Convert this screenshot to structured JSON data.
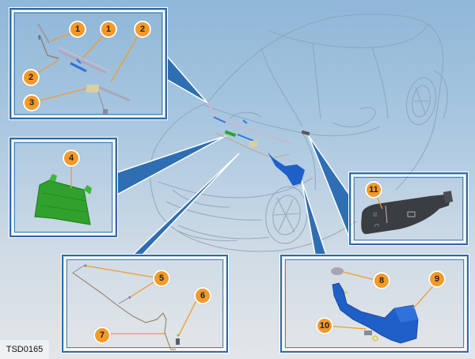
{
  "diagram": {
    "drawing_id": "TSD0165",
    "subject": "Windshield wiper and washer system component locations",
    "colors": {
      "callout": "#f39a2a",
      "frame": "#2f6aa6",
      "beam": "#2e6fb3",
      "washer_reservoir": "#1f5fc8",
      "control_module": "#2fa12c",
      "switch": "#3a3d42"
    },
    "panels": [
      {
        "id": "wiper-assembly",
        "callouts": [
          {
            "number": "1",
            "part": "wiper-arm-left"
          },
          {
            "number": "1",
            "part": "wiper-arm-right"
          },
          {
            "number": "2",
            "part": "wiper-blade-left"
          },
          {
            "number": "2",
            "part": "wiper-blade-right"
          },
          {
            "number": "3",
            "part": "wiper-motor-linkage"
          }
        ]
      },
      {
        "id": "control-module",
        "callouts": [
          {
            "number": "4",
            "part": "wiper-control-module"
          }
        ]
      },
      {
        "id": "washer-hoses",
        "callouts": [
          {
            "number": "5",
            "part": "washer-jets"
          },
          {
            "number": "6",
            "part": "washer-pump-connector"
          },
          {
            "number": "7",
            "part": "washer-hose"
          }
        ]
      },
      {
        "id": "washer-reservoir",
        "callouts": [
          {
            "number": "8",
            "part": "reservoir-cap"
          },
          {
            "number": "9",
            "part": "washer-reservoir"
          },
          {
            "number": "10",
            "part": "reservoir-bolt"
          }
        ]
      },
      {
        "id": "wiper-switch",
        "callouts": [
          {
            "number": "11",
            "part": "wiper-stalk-switch"
          }
        ]
      }
    ]
  }
}
